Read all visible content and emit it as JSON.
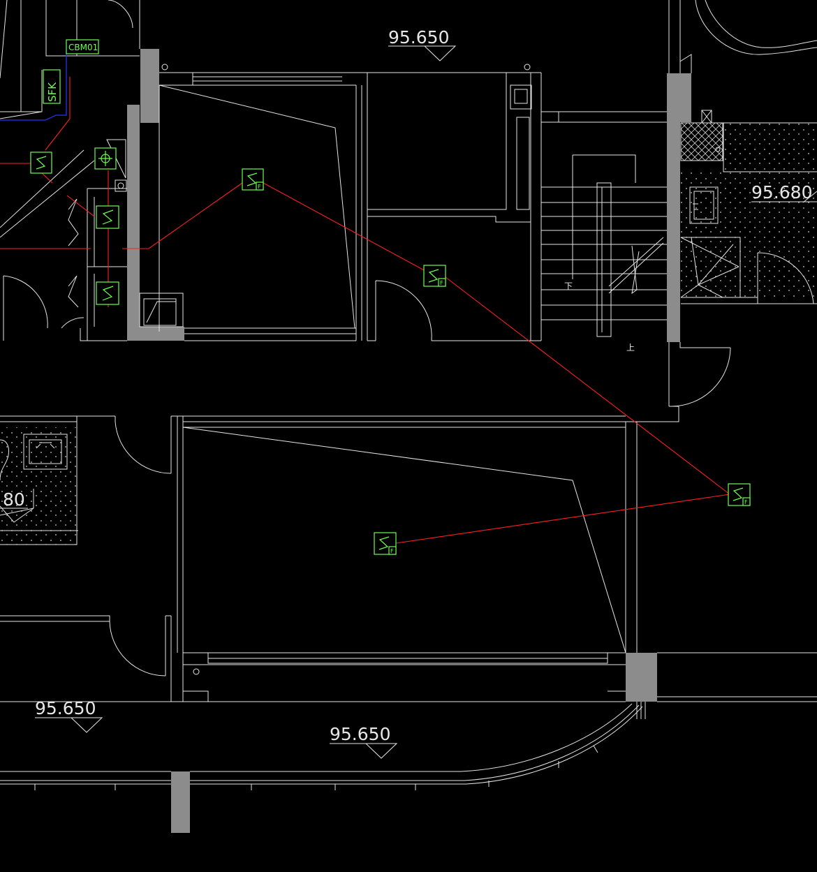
{
  "levels": {
    "top": "95.650",
    "right": "95.680",
    "left_partial": "80",
    "bottom_left": "95.650",
    "bottom_center": "95.650"
  },
  "tags": {
    "cbm": "CBM01",
    "sfk": "SFK"
  },
  "stair_labels": {
    "down": "下",
    "up": "上"
  },
  "detector_suffix": "F",
  "colors": {
    "background": "#000000",
    "linework": "#e6e6e6",
    "wall_fill": "#8c8c8c",
    "wiring": "#ff1f1f",
    "device_symbol": "#6cff4e",
    "cable_blue": "#2a35ff"
  }
}
